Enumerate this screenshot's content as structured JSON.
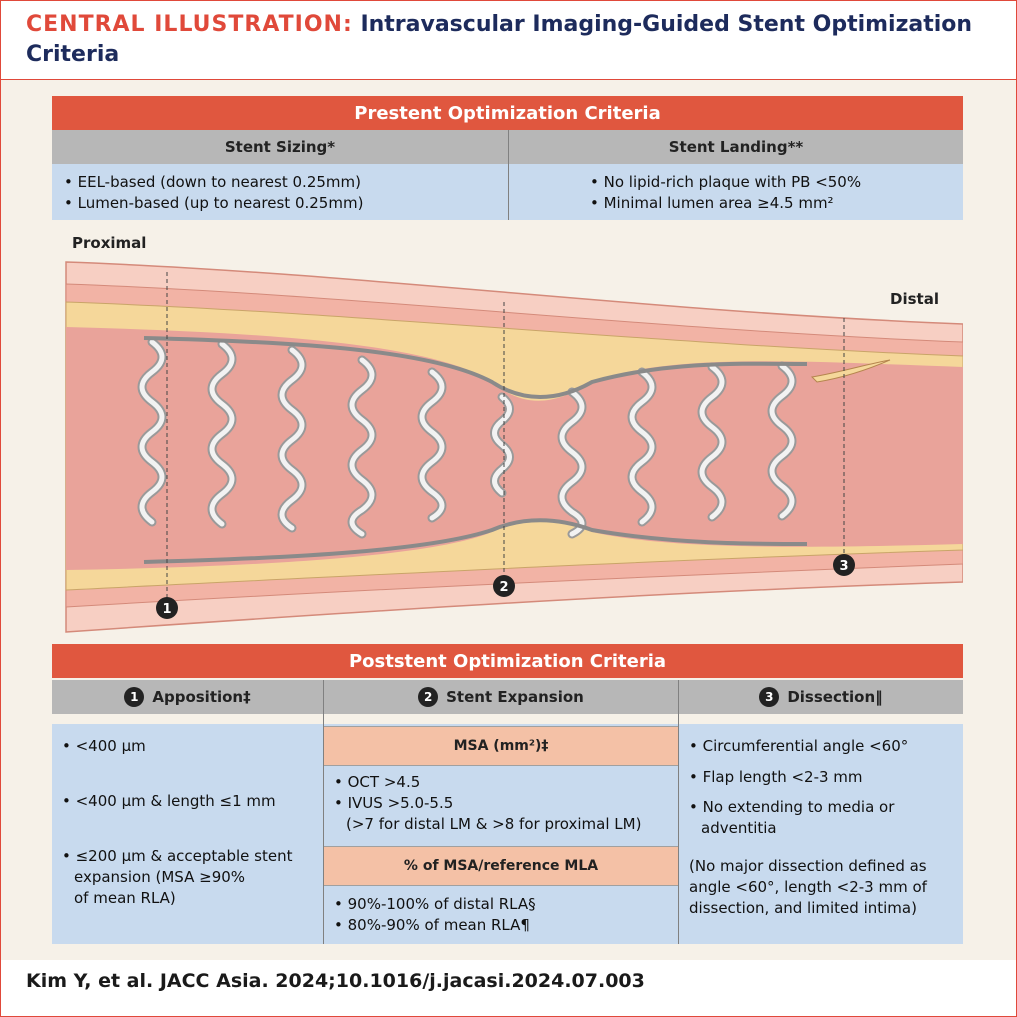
{
  "title": {
    "kicker": "CENTRAL ILLUSTRATION:",
    "main": "Intravascular Imaging-Guided Stent Optimization Criteria"
  },
  "prestent": {
    "heading": "Prestent Optimization Criteria",
    "col1": {
      "header": "Stent Sizing*",
      "items": [
        "• EEL-based (down to nearest 0.25mm)",
        "• Lumen-based (up to nearest 0.25mm)"
      ]
    },
    "col2": {
      "header": "Stent Landing**",
      "items": [
        "• No lipid-rich plaque with PB <50%",
        "• Minimal lumen area ≥4.5 mm²"
      ]
    }
  },
  "diagram": {
    "label_proximal": "Proximal",
    "label_distal": "Distal",
    "markers": [
      "1",
      "2",
      "3"
    ],
    "colors": {
      "vessel_wall": "#f2b3a5",
      "vessel_outer": "#f7cfc3",
      "plaque": "#f5d79a",
      "lumen": "#e9a39a",
      "stent": "#e6e6e6"
    }
  },
  "poststent": {
    "heading": "Poststent Optimization Criteria",
    "col1": {
      "num": "1",
      "header": "Apposition‡",
      "items": [
        "• <400 μm",
        "• <400 μm & length ≤1 mm",
        "• ≤200 μm & acceptable stent",
        "expansion (MSA ≥90%",
        "of mean RLA)"
      ]
    },
    "col2": {
      "num": "2",
      "header": "Stent Expansion",
      "sub1": "MSA (mm²)‡",
      "items1": [
        "• OCT >4.5",
        "• IVUS >5.0-5.5",
        "(>7 for distal LM & >8 for proximal LM)"
      ],
      "sub2": "% of MSA/reference MLA",
      "items2": [
        "• 90%-100% of distal RLA§",
        "• 80%-90% of mean RLA¶"
      ]
    },
    "col3": {
      "num": "3",
      "header": "Dissection‖",
      "items": [
        "• Circumferential angle <60°",
        "• Flap length <2-3 mm",
        "• No extending to media or",
        "adventitia"
      ],
      "note": [
        "(No major dissection defined as",
        "angle <60°, length <2-3 mm of",
        "dissection, and limited intima)"
      ]
    }
  },
  "citation": "Kim Y, et al. JACC Asia. 2024;10.1016/j.jacasi.2024.07.003"
}
